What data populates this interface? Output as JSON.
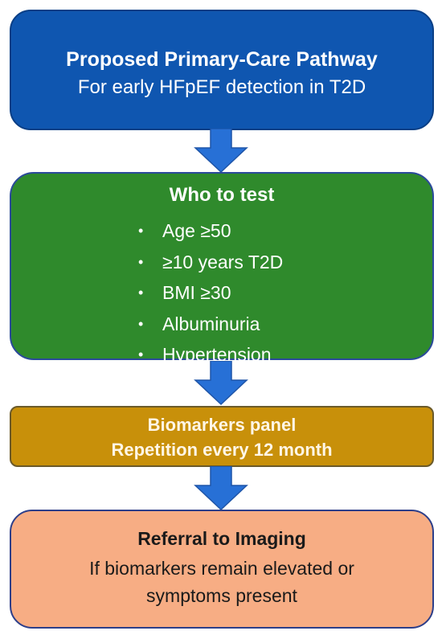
{
  "pathway": {
    "title": "Proposed Primary-Care Pathway",
    "subtitle": "For early HFpEF detection in T2D"
  },
  "criteria": {
    "title": "Who to test",
    "items": [
      "Age ≥50",
      "≥10 years T2D",
      "BMI ≥30",
      "Albuminuria",
      "Hypertension"
    ]
  },
  "biomarkers": {
    "line1": "Biomarkers panel",
    "line2": "Repetition every 12 month"
  },
  "referral": {
    "title": "Referral to Imaging",
    "line1": "If biomarkers remain elevated or",
    "line2": "symptoms present"
  },
  "colors": {
    "pathway_box": "#0f56b0",
    "criteria_box": "#2f8a2c",
    "biomarkers_box": "#c8900a",
    "referral_box": "#f7ad84",
    "arrow": "#2770d6"
  },
  "icons": {
    "connector": "down-arrow-icon",
    "bullet": "bullet-icon"
  }
}
